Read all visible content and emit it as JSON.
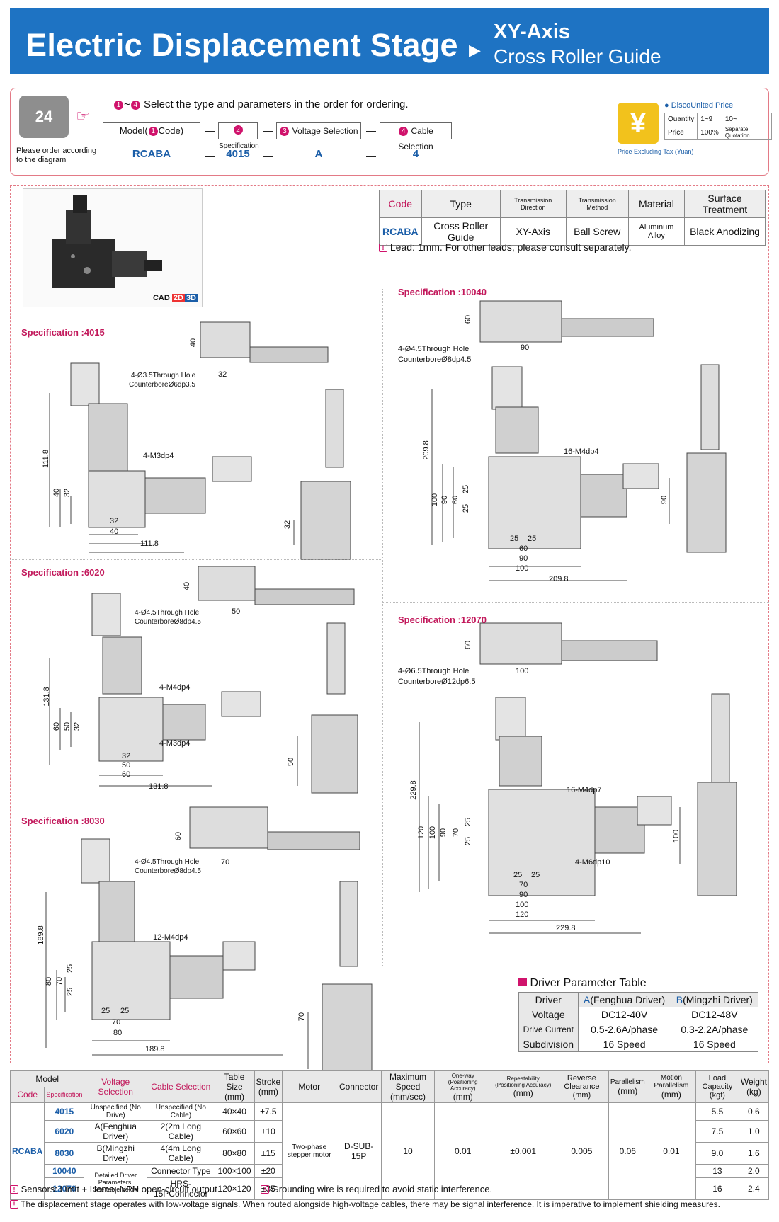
{
  "header": {
    "title": "Electric Displacement Stage",
    "arrow": "▶",
    "subtitle1": "XY-Axis",
    "subtitle2": "Cross Roller Guide"
  },
  "order": {
    "phone_text": "24",
    "hint1": "Please order according",
    "hint2": "to the diagram",
    "instr_range_a": "1",
    "instr_range_b": "4",
    "instr_tilde": "~",
    "instruction": "Select the type and parameters in the order for ordering.",
    "model_label_a": "Model(",
    "model_num": "1",
    "model_label_b": "Code)",
    "spec_num": "2",
    "spec_label": "Specification",
    "volt_num": "3",
    "volt_label": "Voltage Selection",
    "cable_num": "4",
    "cable_label": "Cable Selection",
    "dash": "—",
    "ex_model": "RCABA",
    "ex_spec": "4015",
    "ex_volt": "A",
    "ex_cable": "4"
  },
  "price": {
    "title": "● DiscoUnited Price",
    "coin": "¥",
    "note": "Price Excluding Tax (Yuan)",
    "qty_label": "Quantity",
    "qty1": "1~9",
    "qty2": "10~",
    "price_label": "Price",
    "p1": "100%",
    "p2": "Separate Quotation"
  },
  "photo": {
    "cad": "CAD",
    "cad2d": "2D",
    "cad3d": "3D"
  },
  "code_table": {
    "headers": [
      "Code",
      "Type",
      "Transmission Direction",
      "Transmission Method",
      "Material",
      "Surface Treatment"
    ],
    "row": [
      "RCABA",
      "Cross Roller Guide",
      "XY-Axis",
      "Ball Screw",
      "Aluminum Alloy",
      "Black Anodizing"
    ]
  },
  "lead_icon": "!",
  "lead_note": "Lead: 1mm. For other leads, please consult separately.",
  "specs": {
    "s4015": {
      "title": "Specification :4015",
      "d40": "40",
      "d32": "32",
      "hole1": "4-Ø3.5Through Hole",
      "hole2": "CounterboreØ6dp3.5",
      "tap": "4-M3dp4",
      "h": "111.8",
      "a": "40",
      "b": "32",
      "c": "32",
      "e": "40",
      "w": "111.8",
      "side": "32"
    },
    "s6020": {
      "title": "Specification :6020",
      "d40": "40",
      "d50": "50",
      "hole1": "4-Ø4.5Through Hole",
      "hole2": "CounterboreØ8dp4.5",
      "tap1": "4-M4dp4",
      "tap2": "4-M3dp4",
      "h": "131.8",
      "a": "60",
      "b": "50",
      "c": "32",
      "e": "50",
      "f": "60",
      "w": "131.8",
      "side": "50"
    },
    "s8030": {
      "title": "Specification :8030",
      "d60": "60",
      "d70": "70",
      "hole1": "4-Ø4.5Through Hole",
      "hole2": "CounterboreØ8dp4.5",
      "tap": "12-M4dp4",
      "h": "189.8",
      "a": "80",
      "b": "70",
      "c": "25",
      "d": "25",
      "e": "25",
      "f": "25",
      "g": "70",
      "i": "80",
      "w": "189.8",
      "side": "70"
    },
    "s10040": {
      "title": "Specification :10040",
      "d60": "60",
      "d90": "90",
      "hole1": "4-Ø4.5Through Hole",
      "hole2": "CounterboreØ8dp4.5",
      "tap": "16-M4dp4",
      "h": "209.8",
      "a": "100",
      "b": "90",
      "c": "60",
      "d": "25",
      "e": "25",
      "f": "25",
      "g": "25",
      "i": "60",
      "j": "90",
      "k": "100",
      "w": "209.8",
      "side": "90"
    },
    "s12070": {
      "title": "Specification :12070",
      "d60": "60",
      "d100": "100",
      "hole1": "4-Ø6.5Through Hole",
      "hole2": "CounterboreØ12dp6.5",
      "tap1": "16-M4dp7",
      "tap2": "4-M6dp10",
      "h": "229.8",
      "a": "120",
      "b": "100",
      "c": "90",
      "d": "70",
      "e": "25",
      "f": "25",
      "g": "25",
      "i": "70",
      "j": "90",
      "k": "100",
      "l": "120",
      "w": "229.8",
      "side": "100"
    }
  },
  "driver": {
    "title": "Driver Parameter Table",
    "headers": [
      "Driver",
      "A",
      "(Fenghua Driver)",
      "B",
      "(Mingzhi Driver)"
    ],
    "rows": [
      [
        "Voltage",
        "DC12-40V",
        "DC12-48V"
      ],
      [
        "Drive Current",
        "0.5-2.6A/phase",
        "0.3-2.2A/phase"
      ],
      [
        "Subdivision",
        "16 Speed",
        "16 Speed"
      ]
    ]
  },
  "main_table": {
    "h_model": "Model",
    "h_code": "Code",
    "h_spec": "Specification",
    "h_volt": "Voltage Selection",
    "h_cable": "Cable Selection",
    "h_table": "Table Size",
    "h_table_u": "(mm)",
    "h_stroke": "Stroke",
    "h_stroke_u": "(mm)",
    "h_motor": "Motor",
    "h_conn": "Connector",
    "h_speed": "Maximum Speed",
    "h_speed_u": "(mm/sec)",
    "h_ow": "One-way (Positioning Accuracy)",
    "h_ow_u": "(mm)",
    "h_rep": "Repeatability (Positioning Accuracy)",
    "h_rep_u": "(mm)",
    "h_rev": "Reverse Clearance",
    "h_rev_u": "(mm)",
    "h_par": "Parallelism",
    "h_par_u": "(mm)",
    "h_mp": "Motion Parallelism",
    "h_mp_u": "(mm)",
    "h_load": "Load Capacity",
    "h_load_u": "(kgf)",
    "h_wt": "Weight",
    "h_wt_u": "(kg)",
    "code": "RCABA",
    "volt": [
      "Unspecified (No Drive)",
      "A(Fenghua Driver)",
      "B(Mingzhi Driver)",
      "Detailed Driver Parameters:",
      "See table below"
    ],
    "cable": [
      "Unspecified (No Cable)",
      "2(2m Long Cable)",
      "4(4m Long Cable)",
      "Connector Type",
      "HRS-15PConnector"
    ],
    "motor": "Two-phase stepper motor",
    "conn": "D-SUB-15P",
    "speed": "10",
    "ow": "0.01",
    "rep": "±0.001",
    "rev": "0.005",
    "par": "0.06",
    "mp": "0.01",
    "rows": [
      {
        "spec": "4015",
        "table": "40×40",
        "stroke": "±7.5",
        "load": "5.5",
        "wt": "0.6"
      },
      {
        "spec": "6020",
        "table": "60×60",
        "stroke": "±10",
        "load": "7.5",
        "wt": "1.0"
      },
      {
        "spec": "8030",
        "table": "80×80",
        "stroke": "±15",
        "load": "9.0",
        "wt": "1.6"
      },
      {
        "spec": "10040",
        "table": "100×100",
        "stroke": "±20",
        "load": "13",
        "wt": "2.0"
      },
      {
        "spec": "12070",
        "table": "120×120",
        "stroke": "±35",
        "load": "16",
        "wt": "2.4"
      }
    ]
  },
  "notes": {
    "n1": "Sensors: Limit + Home, NPN open-circuit output.",
    "n2": "Grounding wire is required to avoid static interference.",
    "n3": "The displacement stage operates with low-voltage signals. When routed alongside high-voltage cables, there may be signal interference. It is imperative to implement shielding measures."
  }
}
